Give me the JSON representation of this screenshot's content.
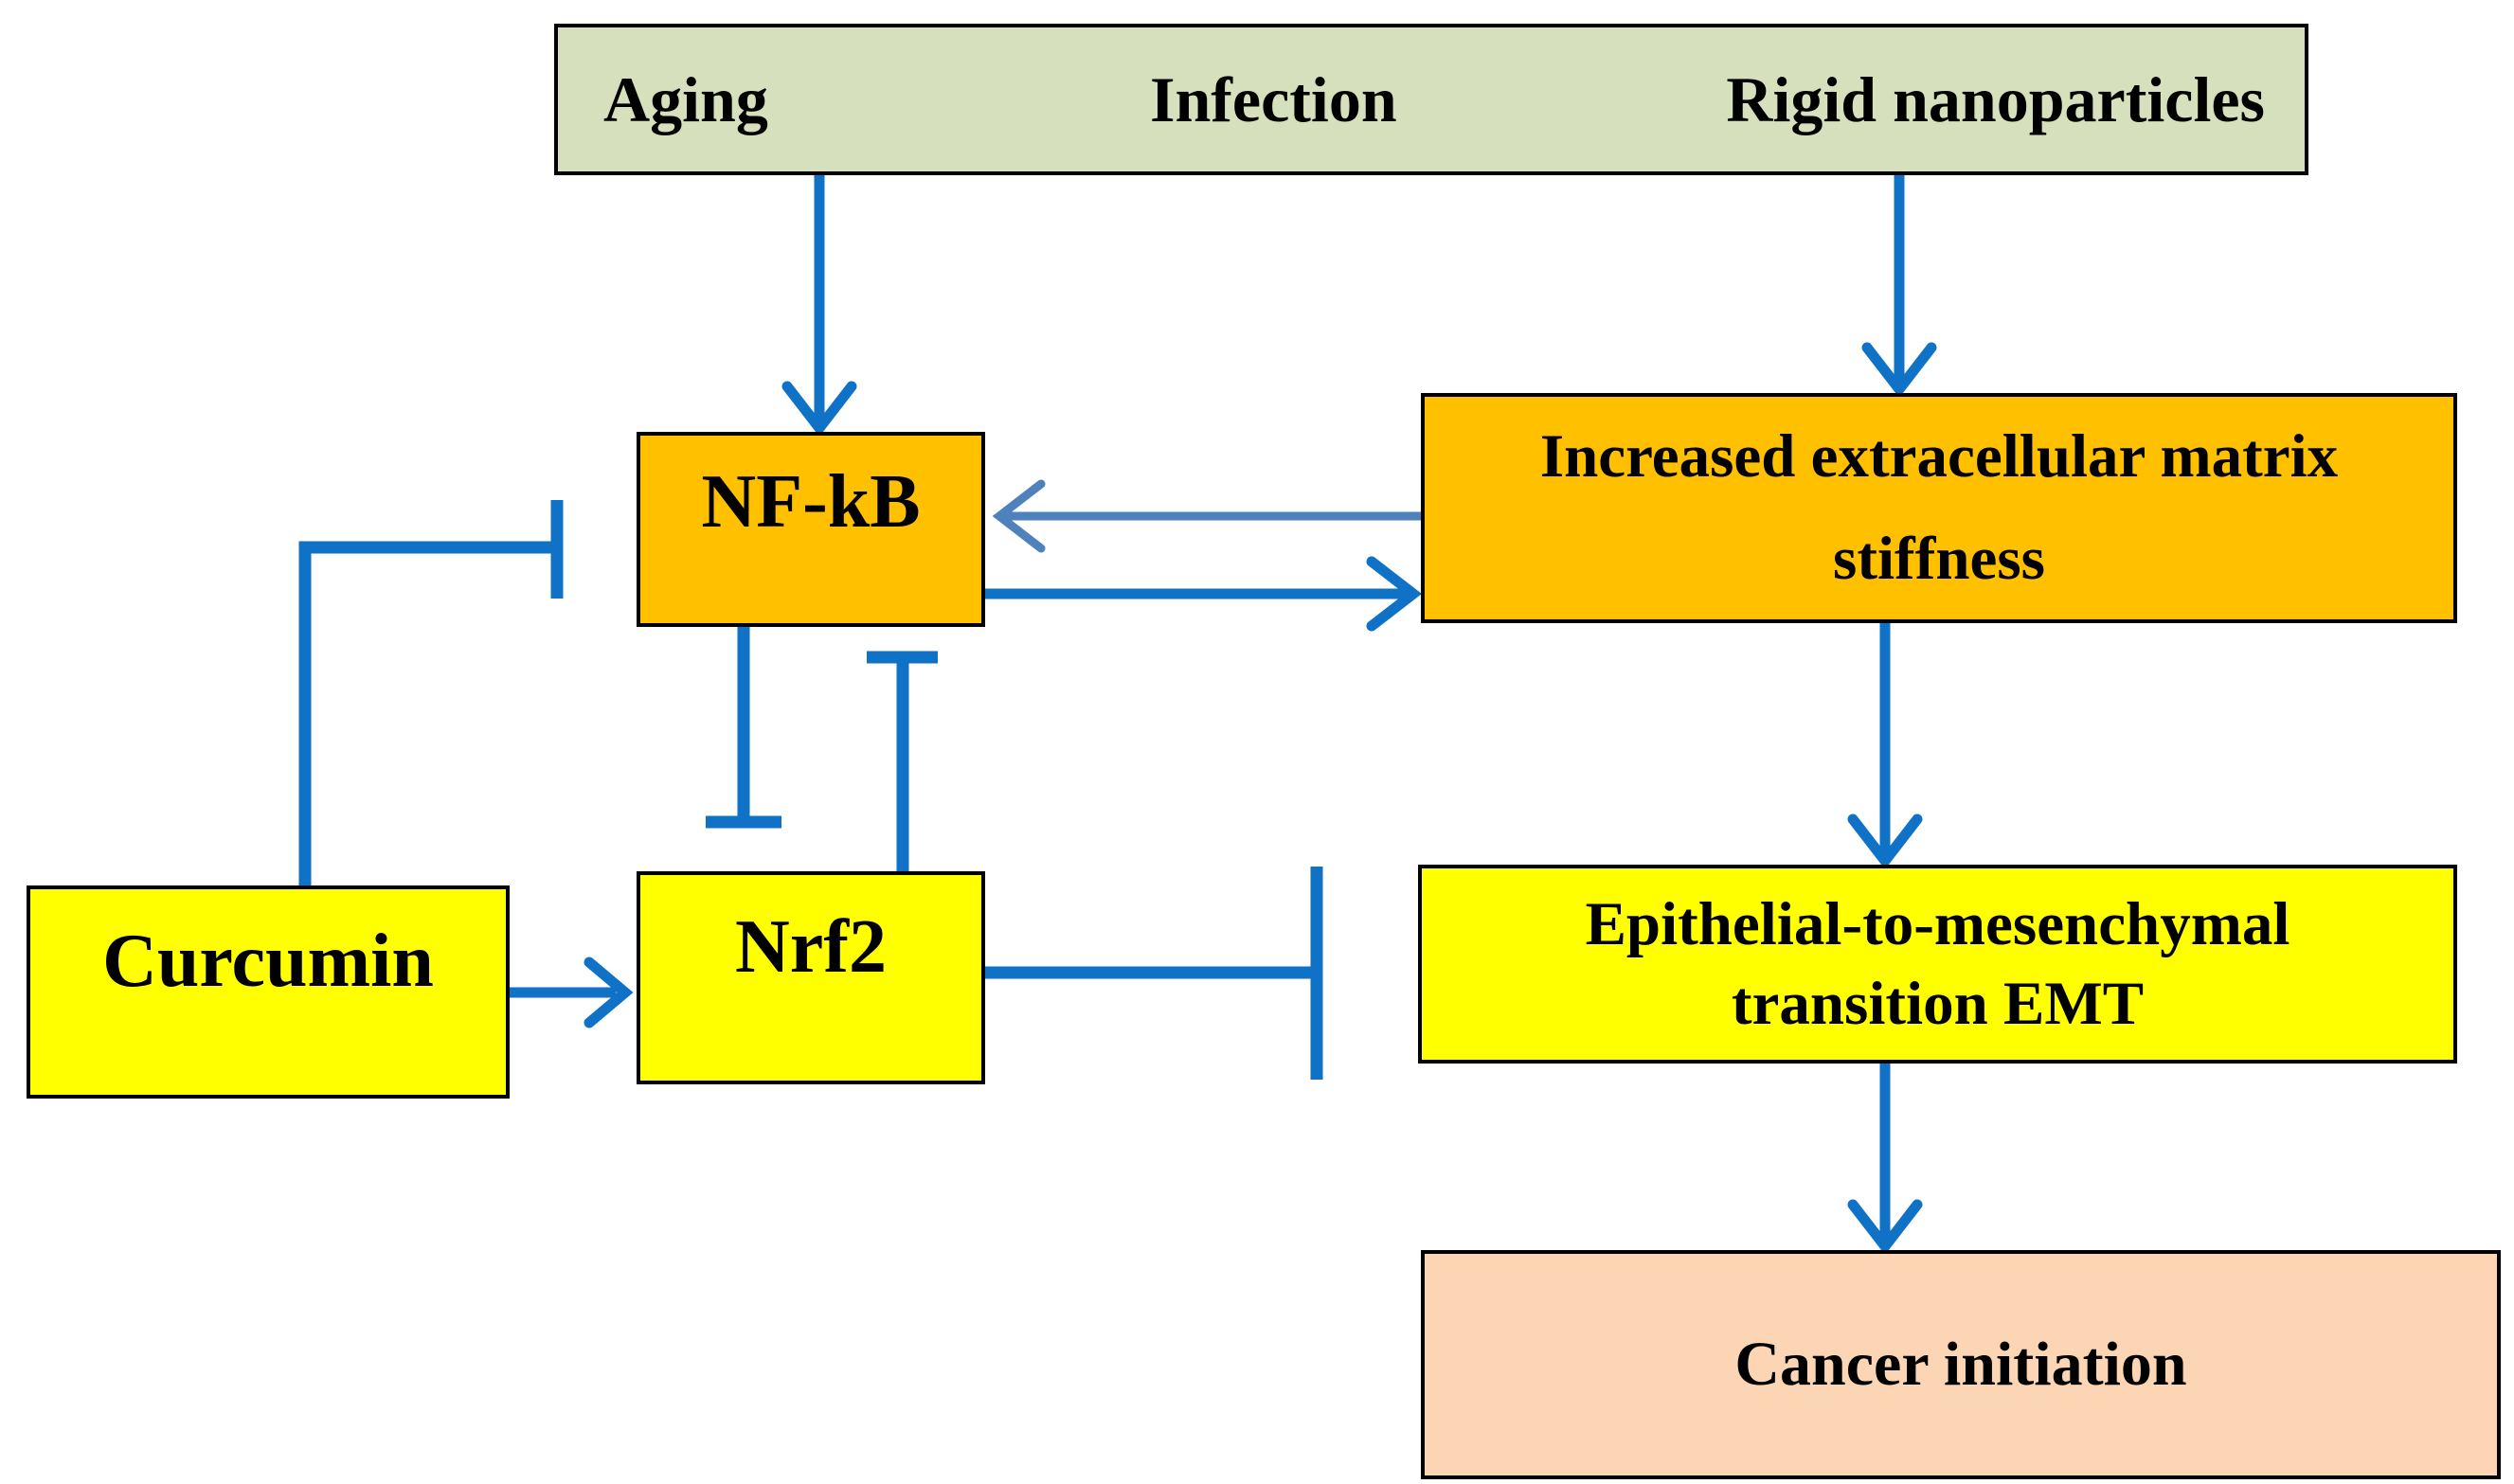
{
  "figure": {
    "type": "pathway-diagram",
    "background": "#FFFFFF",
    "nodes": {
      "triggers": {
        "labels": [
          "Aging",
          "Infection",
          "Rigid nanoparticles"
        ],
        "fill": "#D6E0BC"
      },
      "nfkb": {
        "label": "NF-kB",
        "fill": "#FFC000"
      },
      "matrix": {
        "label": "Increased extracellular matrix stiffness",
        "lines": [
          "Increased extracellular matrix",
          "stiffness"
        ],
        "fill": "#FFC000"
      },
      "curcumin": {
        "label": "Curcumin",
        "fill": "#FFFF00"
      },
      "nrf2": {
        "label": "Nrf2",
        "fill": "#FFFF00"
      },
      "emt": {
        "label": "Epithelial-to-mesenchymal transition EMT",
        "lines": [
          "Epithelial-to-mesenchymal",
          "transition EMT"
        ],
        "fill": "#FFFF00"
      },
      "cancer": {
        "label": "Cancer initiation",
        "fill": "#FCD5B4"
      }
    },
    "colors": {
      "arrow": "#1072C6",
      "arrow_light": "#4F81BD",
      "border": "#000000",
      "text": "#000000"
    },
    "edges": [
      {
        "from": "Aging",
        "to": "NF-kB",
        "type": "activation"
      },
      {
        "from": "Rigid nanoparticles",
        "to": "Increased extracellular matrix stiffness",
        "type": "activation"
      },
      {
        "from": "Increased extracellular matrix stiffness",
        "to": "NF-kB",
        "type": "activation"
      },
      {
        "from": "NF-kB",
        "to": "Increased extracellular matrix stiffness",
        "type": "activation"
      },
      {
        "from": "Increased extracellular matrix stiffness",
        "to": "Epithelial-to-mesenchymal transition EMT",
        "type": "activation"
      },
      {
        "from": "Epithelial-to-mesenchymal transition EMT",
        "to": "Cancer initiation",
        "type": "activation"
      },
      {
        "from": "Curcumin",
        "to": "NF-kB",
        "type": "inhibition"
      },
      {
        "from": "Curcumin",
        "to": "Nrf2",
        "type": "activation"
      },
      {
        "from": "NF-kB",
        "to": "Nrf2",
        "type": "inhibition"
      },
      {
        "from": "Nrf2",
        "to": "NF-kB",
        "type": "inhibition"
      },
      {
        "from": "Nrf2",
        "to": "Epithelial-to-mesenchymal transition EMT",
        "type": "inhibition"
      }
    ]
  }
}
